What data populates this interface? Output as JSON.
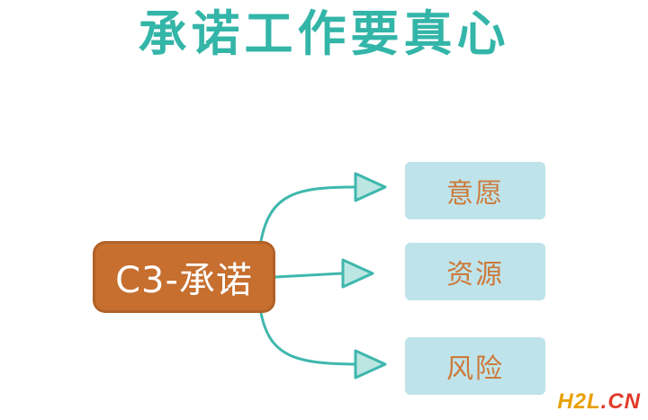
{
  "title": "承诺工作要真心",
  "center": {
    "label": "C3-承诺"
  },
  "branches": [
    {
      "label": "意愿"
    },
    {
      "label": "资源"
    },
    {
      "label": "风险"
    }
  ],
  "watermark": {
    "part1": "H2L",
    "part2": ".CN"
  },
  "colors": {
    "title": "#33b5a8",
    "center_fill": "#c66f2f",
    "center_text": "#ffffff",
    "branch_fill": "#bfe3ea",
    "branch_text": "#cc7a3a",
    "arrow": "#3fb7ad",
    "watermark_main": "#e8a000",
    "watermark_accent": "#e03a2a"
  }
}
